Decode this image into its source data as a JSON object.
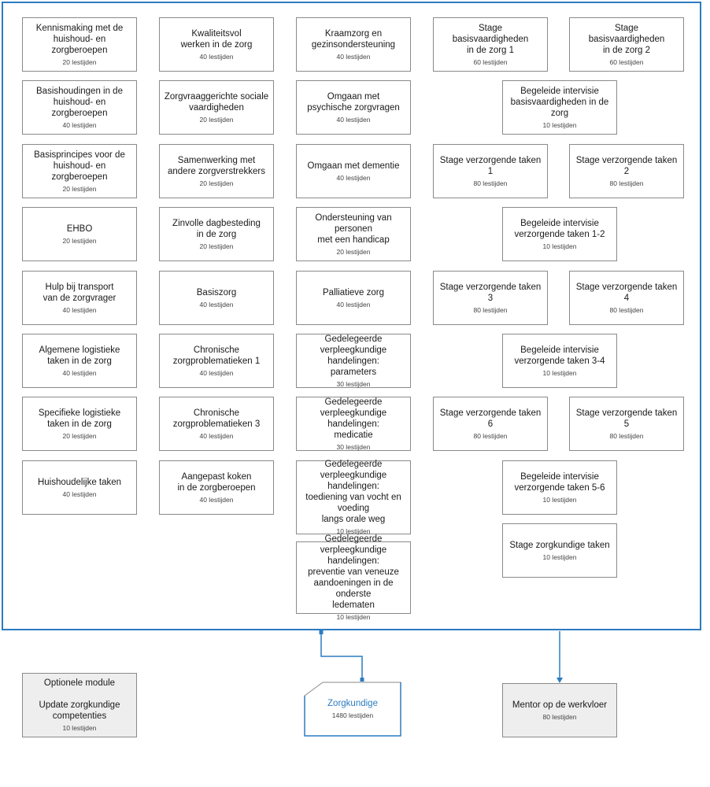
{
  "hours_unit": "lestijden",
  "modules": [
    {
      "id": "m1",
      "title": "Kennismaking met de\nhuishoud- en zorgberoepen",
      "hours": "20 lestijden"
    },
    {
      "id": "m2",
      "title": "Basishoudingen in de\nhuishoud- en zorgberoepen",
      "hours": "40 lestijden"
    },
    {
      "id": "m3",
      "title": "Basisprincipes voor de\nhuishoud- en zorgberoepen",
      "hours": "20 lestijden"
    },
    {
      "id": "m4",
      "title": "EHBO",
      "hours": "20 lestijden"
    },
    {
      "id": "m5",
      "title": "Hulp bij transport\nvan de zorgvrager",
      "hours": "40 lestijden"
    },
    {
      "id": "m6",
      "title": "Algemene logistieke\ntaken in de zorg",
      "hours": "40 lestijden"
    },
    {
      "id": "m7",
      "title": "Specifieke logistieke\ntaken in de zorg",
      "hours": "20 lestijden"
    },
    {
      "id": "m8",
      "title": "Huishoudelijke taken",
      "hours": "40 lestijden"
    },
    {
      "id": "m9",
      "title": "Kwaliteitsvol\nwerken in de zorg",
      "hours": "40 lestijden"
    },
    {
      "id": "m10",
      "title": "Zorgvraaggerichte sociale\nvaardigheden",
      "hours": "20 lestijden"
    },
    {
      "id": "m11",
      "title": "Samenwerking met\nandere zorgverstrekkers",
      "hours": "20 lestijden"
    },
    {
      "id": "m12",
      "title": "Zinvolle dagbesteding\nin de zorg",
      "hours": "20 lestijden"
    },
    {
      "id": "m13",
      "title": "Basiszorg",
      "hours": "40 lestijden"
    },
    {
      "id": "m14",
      "title": "Chronische\nzorgproblematieken 1",
      "hours": "40 lestijden"
    },
    {
      "id": "m15",
      "title": "Chronische\nzorgproblematieken 3",
      "hours": "40 lestijden"
    },
    {
      "id": "m16",
      "title": "Aangepast koken\nin de zorgberoepen",
      "hours": "40 lestijden"
    },
    {
      "id": "m17",
      "title": "Kraamzorg en\ngezinsondersteuning",
      "hours": "40 lestijden"
    },
    {
      "id": "m18",
      "title": "Omgaan met\npsychische zorgvragen",
      "hours": "40 lestijden"
    },
    {
      "id": "m19",
      "title": "Omgaan met dementie",
      "hours": "40 lestijden"
    },
    {
      "id": "m20",
      "title": "Ondersteuning van personen\nmet een handicap",
      "hours": "20 lestijden"
    },
    {
      "id": "m21",
      "title": "Palliatieve zorg",
      "hours": "40 lestijden"
    },
    {
      "id": "m22",
      "title": "Gedelegeerde\nverpleegkundige handelingen:\nparameters",
      "hours": "30 lestijden"
    },
    {
      "id": "m23",
      "title": "Gedelegeerde\nverpleegkundige handelingen:\nmedicatie",
      "hours": "30 lestijden"
    },
    {
      "id": "m24",
      "title": "Gedelegeerde\nverpleegkundige handelingen:\ntoediening van vocht en voeding\nlangs orale weg",
      "hours": "10 lestijden"
    },
    {
      "id": "m25",
      "title": "Gedelegeerde\nverpleegkundige handelingen:\npreventie van veneuze\naandoeningen in de onderste\nledematen",
      "hours": "10 lestijden"
    },
    {
      "id": "m26",
      "title": "Stage\nbasisvaardigheden\nin de zorg 1",
      "hours": "60 lestijden"
    },
    {
      "id": "m27",
      "title": "Stage\nbasisvaardigheden\nin de zorg 2",
      "hours": "60 lestijden"
    },
    {
      "id": "m28",
      "title": "Begeleide intervisie\nbasisvaardigheden in de zorg",
      "hours": "10 lestijden"
    },
    {
      "id": "m29",
      "title": "Stage verzorgende taken 1",
      "hours": "80 lestijden"
    },
    {
      "id": "m30",
      "title": "Stage verzorgende taken 2",
      "hours": "80 lestijden"
    },
    {
      "id": "m31",
      "title": "Begeleide intervisie\nverzorgende taken 1-2",
      "hours": "10 lestijden"
    },
    {
      "id": "m32",
      "title": "Stage verzorgende taken 3",
      "hours": "80 lestijden"
    },
    {
      "id": "m33",
      "title": "Stage verzorgende taken 4",
      "hours": "80 lestijden"
    },
    {
      "id": "m34",
      "title": "Begeleide intervisie\nverzorgende taken 3-4",
      "hours": "10 lestijden"
    },
    {
      "id": "m35",
      "title": "Stage verzorgende taken 6",
      "hours": "80 lestijden"
    },
    {
      "id": "m36",
      "title": "Stage verzorgende taken 5",
      "hours": "80 lestijden"
    },
    {
      "id": "m37",
      "title": "Begeleide intervisie\nverzorgende taken 5-6",
      "hours": "10 lestijden"
    },
    {
      "id": "m38",
      "title": "Stage zorgkundige taken",
      "hours": "10 lestijden"
    }
  ],
  "optional_module": {
    "label": "Optionele module",
    "title": "Update zorgkundige\ncompetenties",
    "hours": "10 lestijden"
  },
  "target": {
    "title": "Zorgkundige",
    "hours": "1480 lestijden"
  },
  "mentor": {
    "title": "Mentor op de werkvloer",
    "hours": "80 lestijden"
  },
  "colors": {
    "accent": "#2c7cc0",
    "border": "#8a8a8a",
    "grey_box": "#eeeeee"
  }
}
